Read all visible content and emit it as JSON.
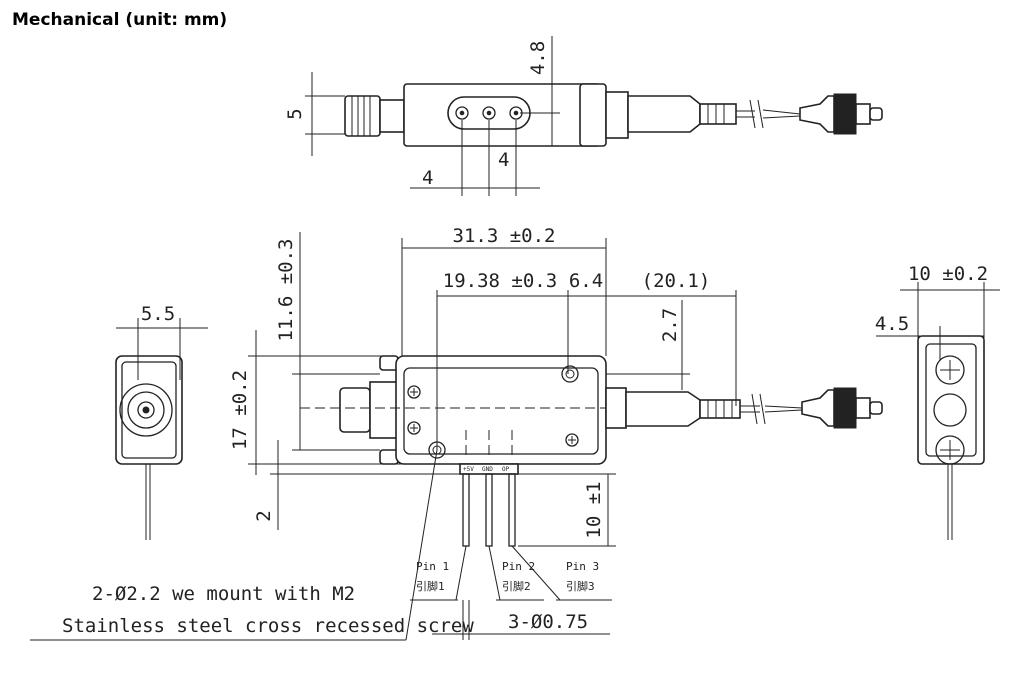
{
  "title": "Mechanical (unit: mm)",
  "dimensions": {
    "top_height": "5",
    "top_offset": "4.8",
    "top_pitch_left": "4",
    "top_pitch_right": "4",
    "length_total": "31.3 ±0.2",
    "hole_spacing": "19.38 ±0.3",
    "end_offset": "6.4",
    "cable_ref": "(20.1)",
    "cable_offset": "2.7",
    "height_upper": "11.6 ±0.3",
    "height_total": "17 ±0.2",
    "pin_base": "2",
    "pin_length": "10 ±1",
    "left_width": "5.5",
    "right_width": "10 ±0.2",
    "right_offset": "4.5",
    "pin_hole": "3-Ø0.75"
  },
  "pins": {
    "pin1": "Pin 1",
    "pin1_cn": "引脚1",
    "pin2": "Pin 2",
    "pin2_cn": "引脚2",
    "pin3": "Pin 3",
    "pin3_cn": "引脚3",
    "label_v": "+5V",
    "label_gnd": "GND",
    "label_op": "OP"
  },
  "note": {
    "line1": "2-Ø2.2  we mount with M2",
    "line2": "Stainless steel cross recessed screw"
  }
}
